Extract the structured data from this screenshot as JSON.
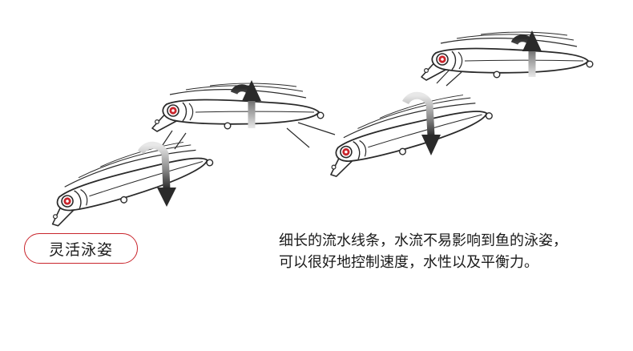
{
  "badge": {
    "label": "灵活泳姿"
  },
  "description": {
    "line1": "细长的流水线条，水流不易影响到鱼的泳姿，",
    "line2": "可以很好地控制速度，水性以及平衡力。"
  },
  "colors": {
    "accent": "#c9252c",
    "eye": "#c9252c",
    "outline": "#2a2a2a"
  },
  "icons": [
    "fishing-lure-icon",
    "rotation-arrow-icon"
  ]
}
